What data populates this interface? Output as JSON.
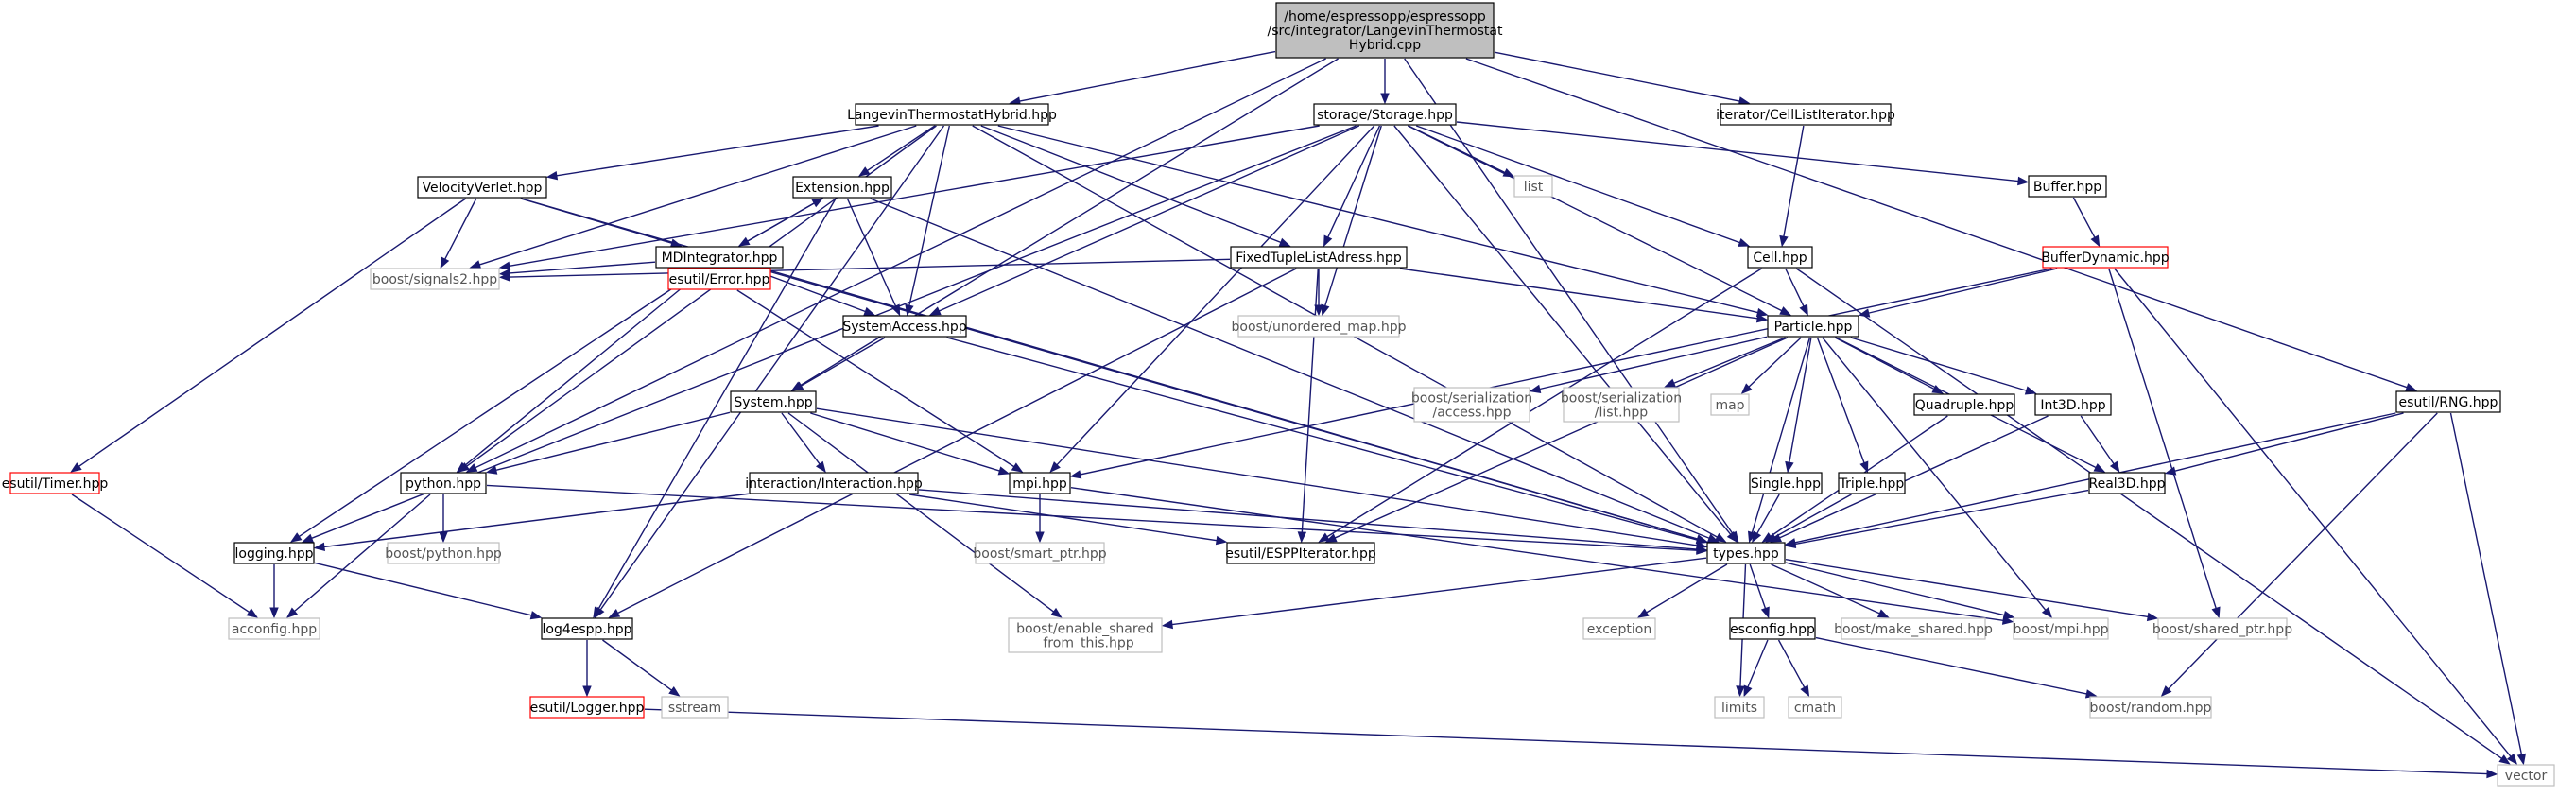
{
  "title": "",
  "colors": {
    "edge": "#191970",
    "node_border": "#000000",
    "node_border_missing": "#bfbfbf",
    "node_border_truncated": "#ff0000",
    "root_fill": "#bfbfbf",
    "text": "#000000",
    "text_missing": "#555555"
  },
  "nodes": [
    {
      "id": "root",
      "lines": [
        "/home/espressopp/espressopp",
        "/src/integrator/LangevinThermostat",
        "Hybrid.cpp"
      ],
      "style": "root"
    },
    {
      "id": "lth",
      "lines": [
        "LangevinThermostatHybrid.hpp"
      ],
      "style": "normal"
    },
    {
      "id": "storage",
      "lines": [
        "storage/Storage.hpp"
      ],
      "style": "normal"
    },
    {
      "id": "cli",
      "lines": [
        "iterator/CellListIterator.hpp"
      ],
      "style": "normal"
    },
    {
      "id": "vv",
      "lines": [
        "VelocityVerlet.hpp"
      ],
      "style": "normal"
    },
    {
      "id": "ext",
      "lines": [
        "Extension.hpp"
      ],
      "style": "normal"
    },
    {
      "id": "list",
      "lines": [
        "list"
      ],
      "style": "missing"
    },
    {
      "id": "buffer",
      "lines": [
        "Buffer.hpp"
      ],
      "style": "normal"
    },
    {
      "id": "mdi",
      "lines": [
        "MDIntegrator.hpp"
      ],
      "style": "normal"
    },
    {
      "id": "ftla",
      "lines": [
        "FixedTupleListAdress.hpp"
      ],
      "style": "normal"
    },
    {
      "id": "cell",
      "lines": [
        "Cell.hpp"
      ],
      "style": "normal"
    },
    {
      "id": "bufdyn",
      "lines": [
        "BufferDynamic.hpp"
      ],
      "style": "truncated"
    },
    {
      "id": "sig",
      "lines": [
        "boost/signals2.hpp"
      ],
      "style": "missing"
    },
    {
      "id": "err",
      "lines": [
        "esutil/Error.hpp"
      ],
      "style": "truncated"
    },
    {
      "id": "sysacc",
      "lines": [
        "SystemAccess.hpp"
      ],
      "style": "normal"
    },
    {
      "id": "umap",
      "lines": [
        "boost/unordered_map.hpp"
      ],
      "style": "missing"
    },
    {
      "id": "particle",
      "lines": [
        "Particle.hpp"
      ],
      "style": "normal"
    },
    {
      "id": "system",
      "lines": [
        "System.hpp"
      ],
      "style": "normal"
    },
    {
      "id": "bser_acc",
      "lines": [
        "boost/serialization",
        "/access.hpp"
      ],
      "style": "missing"
    },
    {
      "id": "bser_list",
      "lines": [
        "boost/serialization",
        "/list.hpp"
      ],
      "style": "missing"
    },
    {
      "id": "map",
      "lines": [
        "map"
      ],
      "style": "missing"
    },
    {
      "id": "quad",
      "lines": [
        "Quadruple.hpp"
      ],
      "style": "normal"
    },
    {
      "id": "int3d",
      "lines": [
        "Int3D.hpp"
      ],
      "style": "normal"
    },
    {
      "id": "rng",
      "lines": [
        "esutil/RNG.hpp"
      ],
      "style": "normal"
    },
    {
      "id": "timer",
      "lines": [
        "esutil/Timer.hpp"
      ],
      "style": "truncated"
    },
    {
      "id": "python",
      "lines": [
        "python.hpp"
      ],
      "style": "normal"
    },
    {
      "id": "inter",
      "lines": [
        "interaction/Interaction.hpp"
      ],
      "style": "normal"
    },
    {
      "id": "mpi",
      "lines": [
        "mpi.hpp"
      ],
      "style": "normal"
    },
    {
      "id": "single",
      "lines": [
        "Single.hpp"
      ],
      "style": "normal"
    },
    {
      "id": "triple",
      "lines": [
        "Triple.hpp"
      ],
      "style": "normal"
    },
    {
      "id": "real3d",
      "lines": [
        "Real3D.hpp"
      ],
      "style": "normal"
    },
    {
      "id": "logging",
      "lines": [
        "logging.hpp"
      ],
      "style": "normal"
    },
    {
      "id": "bpython",
      "lines": [
        "boost/python.hpp"
      ],
      "style": "missing"
    },
    {
      "id": "bsmart",
      "lines": [
        "boost/smart_ptr.hpp"
      ],
      "style": "missing"
    },
    {
      "id": "espp",
      "lines": [
        "esutil/ESPPIterator.hpp"
      ],
      "style": "normal"
    },
    {
      "id": "types",
      "lines": [
        "types.hpp"
      ],
      "style": "normal"
    },
    {
      "id": "acconfig",
      "lines": [
        "acconfig.hpp"
      ],
      "style": "missing"
    },
    {
      "id": "log4espp",
      "lines": [
        "log4espp.hpp"
      ],
      "style": "normal"
    },
    {
      "id": "enable",
      "lines": [
        "boost/enable_shared",
        "_from_this.hpp"
      ],
      "style": "missing"
    },
    {
      "id": "exception",
      "lines": [
        "exception"
      ],
      "style": "missing"
    },
    {
      "id": "esconfig",
      "lines": [
        "esconfig.hpp"
      ],
      "style": "normal"
    },
    {
      "id": "makeshared",
      "lines": [
        "boost/make_shared.hpp"
      ],
      "style": "missing"
    },
    {
      "id": "bmpi",
      "lines": [
        "boost/mpi.hpp"
      ],
      "style": "missing"
    },
    {
      "id": "bshared",
      "lines": [
        "boost/shared_ptr.hpp"
      ],
      "style": "missing"
    },
    {
      "id": "logger",
      "lines": [
        "esutil/Logger.hpp"
      ],
      "style": "truncated"
    },
    {
      "id": "sstream",
      "lines": [
        "sstream"
      ],
      "style": "missing"
    },
    {
      "id": "limits",
      "lines": [
        "limits"
      ],
      "style": "missing"
    },
    {
      "id": "cmath",
      "lines": [
        "cmath"
      ],
      "style": "missing"
    },
    {
      "id": "brandom",
      "lines": [
        "boost/random.hpp"
      ],
      "style": "missing"
    },
    {
      "id": "vector",
      "lines": [
        "vector"
      ],
      "style": "missing"
    }
  ],
  "edges": [
    [
      "root",
      "lth"
    ],
    [
      "root",
      "storage"
    ],
    [
      "root",
      "cli"
    ],
    [
      "root",
      "python"
    ],
    [
      "root",
      "system"
    ],
    [
      "root",
      "types"
    ],
    [
      "root",
      "rng"
    ],
    [
      "lth",
      "vv"
    ],
    [
      "lth",
      "ext"
    ],
    [
      "lth",
      "sysacc"
    ],
    [
      "lth",
      "ftla"
    ],
    [
      "lth",
      "particle"
    ],
    [
      "lth",
      "sig"
    ],
    [
      "lth",
      "python"
    ],
    [
      "lth",
      "types"
    ],
    [
      "lth",
      "log4espp"
    ],
    [
      "storage",
      "list"
    ],
    [
      "storage",
      "buffer"
    ],
    [
      "storage",
      "cell"
    ],
    [
      "storage",
      "ftla"
    ],
    [
      "storage",
      "umap"
    ],
    [
      "storage",
      "sysacc"
    ],
    [
      "storage",
      "mpi"
    ],
    [
      "storage",
      "sig"
    ],
    [
      "storage",
      "logging"
    ],
    [
      "storage",
      "types"
    ],
    [
      "storage",
      "particle"
    ],
    [
      "cli",
      "cell"
    ],
    [
      "vv",
      "mdi"
    ],
    [
      "vv",
      "sig"
    ],
    [
      "vv",
      "timer"
    ],
    [
      "vv",
      "types"
    ],
    [
      "ext",
      "mdi"
    ],
    [
      "ext",
      "sysacc"
    ],
    [
      "ext",
      "log4espp"
    ],
    [
      "ext",
      "types"
    ],
    [
      "mdi",
      "ext"
    ],
    [
      "mdi",
      "sig"
    ],
    [
      "mdi",
      "err"
    ],
    [
      "mdi",
      "sysacc"
    ],
    [
      "mdi",
      "python"
    ],
    [
      "mdi",
      "logging"
    ],
    [
      "mdi",
      "types"
    ],
    [
      "buffer",
      "bufdyn"
    ],
    [
      "bufdyn",
      "particle"
    ],
    [
      "bufdyn",
      "bshared"
    ],
    [
      "bufdyn",
      "vector"
    ],
    [
      "bufdyn",
      "mpi"
    ],
    [
      "ftla",
      "sig"
    ],
    [
      "ftla",
      "umap"
    ],
    [
      "ftla",
      "particle"
    ],
    [
      "ftla",
      "espp"
    ],
    [
      "ftla",
      "log4espp"
    ],
    [
      "cell",
      "particle"
    ],
    [
      "cell",
      "espp"
    ],
    [
      "cell",
      "vector"
    ],
    [
      "err",
      "mpi"
    ],
    [
      "sysacc",
      "system"
    ],
    [
      "sysacc",
      "types"
    ],
    [
      "system",
      "python"
    ],
    [
      "system",
      "mpi"
    ],
    [
      "system",
      "inter"
    ],
    [
      "system",
      "types"
    ],
    [
      "system",
      "enable"
    ],
    [
      "particle",
      "bser_acc"
    ],
    [
      "particle",
      "bser_list"
    ],
    [
      "particle",
      "map"
    ],
    [
      "particle",
      "quad"
    ],
    [
      "particle",
      "int3d"
    ],
    [
      "particle",
      "real3d"
    ],
    [
      "particle",
      "single"
    ],
    [
      "particle",
      "triple"
    ],
    [
      "particle",
      "types"
    ],
    [
      "particle",
      "espp"
    ],
    [
      "particle",
      "bmpi"
    ],
    [
      "quad",
      "types"
    ],
    [
      "int3d",
      "real3d"
    ],
    [
      "int3d",
      "types"
    ],
    [
      "single",
      "types"
    ],
    [
      "triple",
      "types"
    ],
    [
      "real3d",
      "types"
    ],
    [
      "rng",
      "real3d"
    ],
    [
      "rng",
      "types"
    ],
    [
      "rng",
      "brandom"
    ],
    [
      "rng",
      "vector"
    ],
    [
      "timer",
      "acconfig"
    ],
    [
      "python",
      "bpython"
    ],
    [
      "python",
      "acconfig"
    ],
    [
      "python",
      "types"
    ],
    [
      "inter",
      "logging"
    ],
    [
      "inter",
      "espp"
    ],
    [
      "inter",
      "types"
    ],
    [
      "mpi",
      "bsmart"
    ],
    [
      "mpi",
      "bmpi"
    ],
    [
      "logging",
      "acconfig"
    ],
    [
      "logging",
      "log4espp"
    ],
    [
      "types",
      "enable"
    ],
    [
      "types",
      "exception"
    ],
    [
      "types",
      "limits"
    ],
    [
      "types",
      "esconfig"
    ],
    [
      "types",
      "makeshared"
    ],
    [
      "types",
      "bmpi"
    ],
    [
      "types",
      "bshared"
    ],
    [
      "esconfig",
      "limits"
    ],
    [
      "esconfig",
      "cmath"
    ],
    [
      "esconfig",
      "brandom"
    ],
    [
      "log4espp",
      "logger"
    ],
    [
      "log4espp",
      "sstream"
    ],
    [
      "logger",
      "vector"
    ]
  ]
}
